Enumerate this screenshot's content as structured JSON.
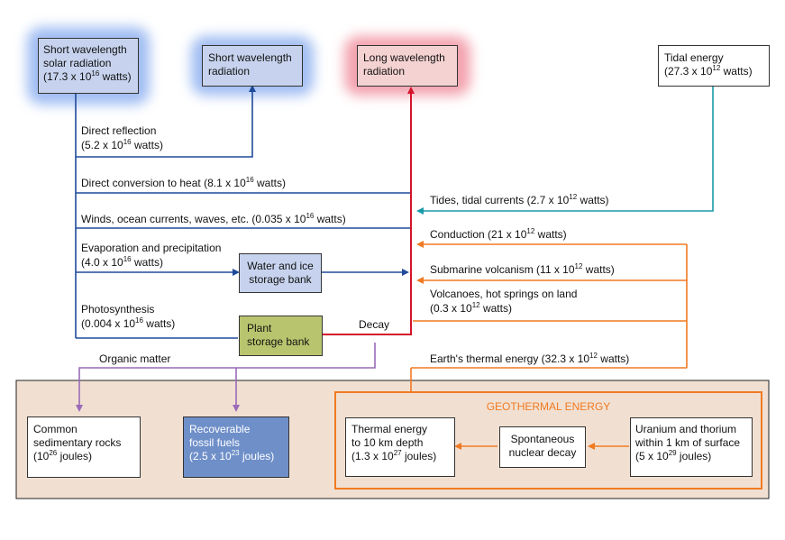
{
  "sources": {
    "solar": {
      "line1": "Short wavelength",
      "line2": "solar radiation",
      "line3": "(17.3 x 10",
      "exp": "16",
      "unit": " watts)"
    },
    "short_out": {
      "line1": "Short wavelength",
      "line2": "radiation"
    },
    "long_out": {
      "line1": "Long wavelength",
      "line2": "radiation"
    },
    "tidal": {
      "line1": "Tidal energy",
      "line2": "(27.3 x 10",
      "exp": "12",
      "unit": " watts)"
    }
  },
  "flows": {
    "direct_reflection": {
      "line1": "Direct reflection",
      "pre": "(5.2 x 10",
      "exp": "16",
      "post": " watts)"
    },
    "direct_conversion": {
      "pre": "Direct conversion to heat (8.1 x 10",
      "exp": "16",
      "post": " watts)"
    },
    "winds": {
      "pre": "Winds, ocean currents, waves, etc. (0.035 x 10",
      "exp": "16",
      "post": " watts)"
    },
    "evaporation": {
      "line1": "Evaporation and precipitation",
      "pre": "(4.0 x 10",
      "exp": "16",
      "post": " watts)"
    },
    "photosynthesis": {
      "line1": "Photosynthesis",
      "pre": "(0.004 x 10",
      "exp": "16",
      "post": " watts)"
    },
    "decay": "Decay",
    "organic_matter": "Organic matter",
    "tides": {
      "pre": "Tides, tidal currents (2.7 x 10",
      "exp": "12",
      "post": " watts)"
    },
    "conduction": {
      "pre": "Conduction (21 x 10",
      "exp": "12",
      "post": " watts)"
    },
    "submarine": {
      "pre": "Submarine volcanism (11 x 10",
      "exp": "12",
      "post": " watts)"
    },
    "volcanoes": {
      "line1": "Volcanoes, hot springs on land",
      "pre": "(0.3 x 10",
      "exp": "12",
      "post": " watts)"
    },
    "earth_thermal": {
      "pre": "Earth's thermal energy (32.3 x 10",
      "exp": "12",
      "post": " watts)"
    }
  },
  "storage": {
    "water": {
      "line1": "Water and ice",
      "line2": "storage bank"
    },
    "plant": {
      "line1": "Plant",
      "line2": "storage bank"
    }
  },
  "reservoirs": {
    "sedimentary": {
      "line1": "Common",
      "line2": "sedimentary rocks",
      "pre": "(10",
      "exp": "26",
      "post": " joules)"
    },
    "fossil": {
      "line1": "Recoverable",
      "line2": "fossil fuels",
      "pre": "(2.5 x 10",
      "exp": "23",
      "post": " joules)"
    }
  },
  "geothermal": {
    "title": "GEOTHERMAL ENERGY",
    "thermal": {
      "line1": "Thermal energy",
      "line2": "to 10 km depth",
      "pre": "(1.3 x 10",
      "exp": "27",
      "post": " joules)"
    },
    "decay": {
      "line1": "Spontaneous",
      "line2": "nuclear decay"
    },
    "uranium": {
      "line1": "Uranium and thorium",
      "line2": "within 1 km of surface",
      "pre": "(5 x 10",
      "exp": "29",
      "post": " joules)"
    }
  },
  "colors": {
    "solar_blue": "#1f4a9a",
    "red_flow": "#d4142a",
    "tidal_teal": "#1a9aa8",
    "geo_orange": "#f07a22",
    "organic_purple": "#9a6ab8",
    "ground_fill": "#f1e0d2"
  }
}
